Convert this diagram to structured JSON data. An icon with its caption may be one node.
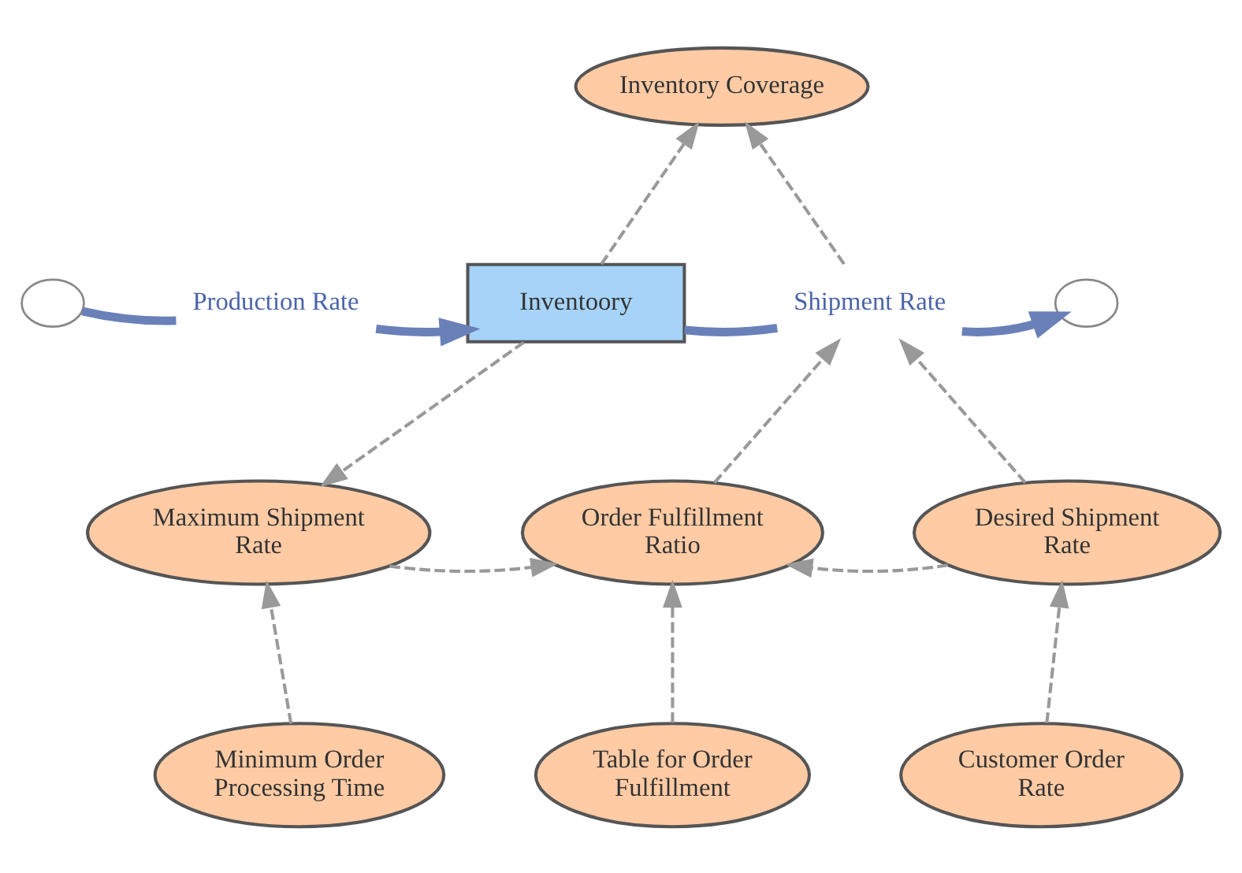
{
  "diagram": {
    "nodes": [
      {
        "text": [
          "Inventory Coverage"
        ]
      },
      {
        "text": [],
        "shape": "cloud"
      },
      {
        "text": [
          "Production Rate"
        ]
      },
      {
        "text": [
          "Inventoory"
        ]
      },
      {
        "text": [
          "Shipment Rate"
        ]
      },
      {
        "text": [],
        "shape": "cloud"
      },
      {
        "text": [
          "Maximum Shipment Rate"
        ]
      },
      {
        "text": [
          "Order Fulfillment Ratio"
        ]
      },
      {
        "text": [
          "Desired Shipment Rate"
        ]
      },
      {
        "text": [
          "Minimum Order Processing Time"
        ]
      },
      {
        "text": [
          "Table for Order Fulfillment"
        ]
      },
      {
        "text": [
          "Customer Order Rate"
        ]
      }
    ],
    "edges": [
      {
        "from": 1,
        "to": 2,
        "arrow": "none",
        "style": "thick",
        "color": "#6a80b9"
      },
      {
        "from": 2,
        "to": 3,
        "arrow": "to",
        "style": "thick",
        "color": "#6a80b9"
      },
      {
        "from": 3,
        "to": 4,
        "arrow": "none",
        "style": "thick",
        "color": "#6a80b9"
      },
      {
        "from": 4,
        "to": 5,
        "arrow": "to",
        "style": "thick",
        "color": "#6a80b9"
      },
      {
        "from": 3,
        "to": 0,
        "arrow": "to",
        "style": "dashed"
      },
      {
        "from": 4,
        "to": 0,
        "arrow": "to",
        "style": "dashed"
      },
      {
        "from": 3,
        "to": 6,
        "arrow": "to",
        "style": "dashed"
      },
      {
        "from": 6,
        "to": 7,
        "arrow": "to",
        "style": "dashed"
      },
      {
        "from": 8,
        "to": 7,
        "arrow": "to",
        "style": "dashed"
      },
      {
        "from": 7,
        "to": 4,
        "arrow": "to",
        "style": "dashed"
      },
      {
        "from": 8,
        "to": 4,
        "arrow": "to",
        "style": "dashed"
      },
      {
        "from": 9,
        "to": 6,
        "arrow": "to",
        "style": "dashed"
      },
      {
        "from": 10,
        "to": 7,
        "arrow": "to",
        "style": "dashed"
      },
      {
        "from": 11,
        "to": 8,
        "arrow": "to",
        "style": "dashed"
      }
    ]
  }
}
